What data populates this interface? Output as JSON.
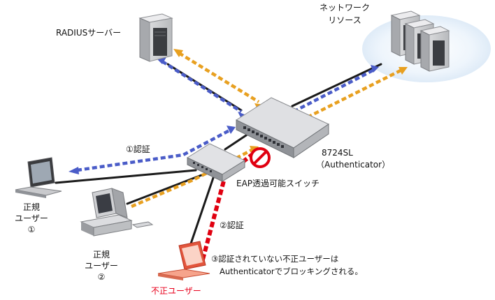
{
  "labels": {
    "radius_server": "RADIUSサーバー",
    "network_resource_line1": "ネットワーク",
    "network_resource_line2": "リソース",
    "auth1": "①認証",
    "auth2": "②認証",
    "switch_8724_line1": "8724SL",
    "switch_8724_line2": "（Authenticator）",
    "eap_switch": "EAP透過可能スイッチ",
    "user1_line1": "正規",
    "user1_line2": "ユーザー",
    "user1_line3": "①",
    "user2_line1": "正規",
    "user2_line2": "ユーザー",
    "user2_line3": "②",
    "unauth_user": "不正ユーザー",
    "note_line1": "③認証されていない不正ユーザーは",
    "note_line2": "Authenticatorでブロッキングされる。"
  },
  "colors": {
    "auth_flow": "#4a5cc8",
    "data_flow": "#e8a020",
    "blocked_flow": "#e00010",
    "cable": "#1a1a1a",
    "warning_text": "#e8001c",
    "resource_cloud": "#e7f1fb"
  },
  "icons": [
    "server-icon",
    "switch-icon",
    "laptop-icon",
    "desktop-pc-icon",
    "block-icon"
  ]
}
